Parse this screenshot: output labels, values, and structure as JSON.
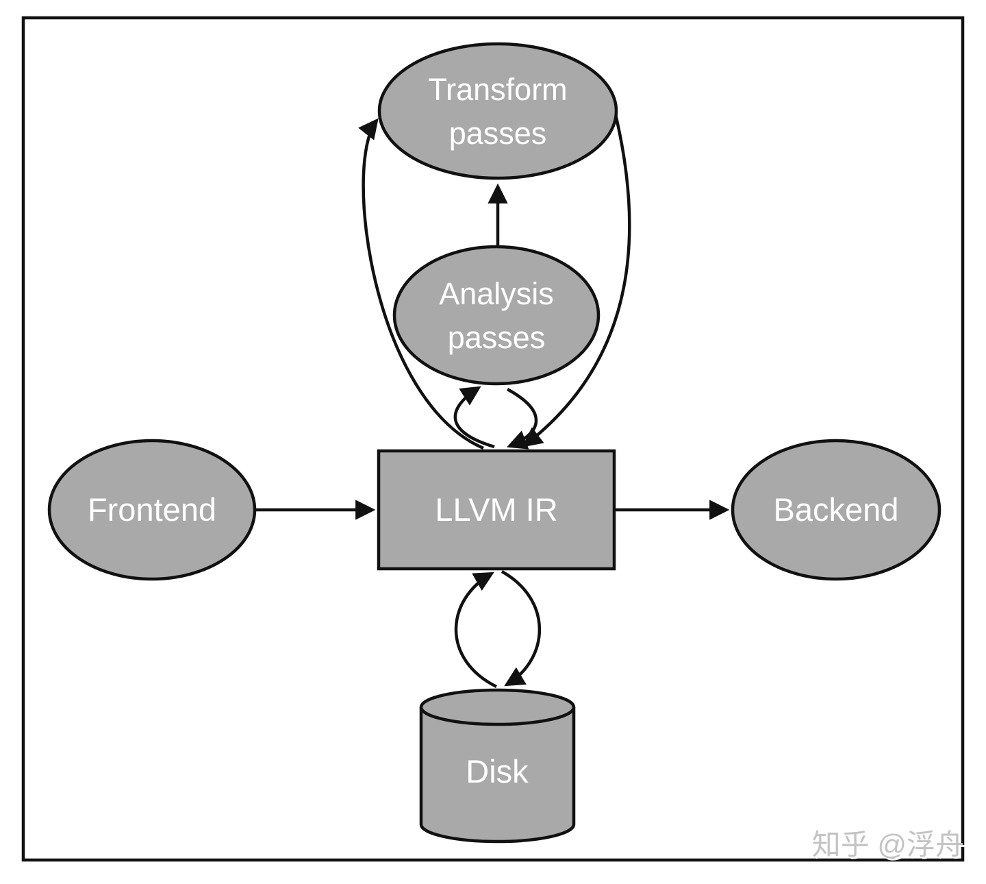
{
  "diagram": {
    "kind": "flow-diagram",
    "topic": "LLVM IR pass pipeline",
    "nodes": {
      "transform": {
        "line1": "Transform",
        "line2": "passes",
        "shape": "ellipse"
      },
      "analysis": {
        "line1": "Analysis",
        "line2": "passes",
        "shape": "ellipse"
      },
      "frontend": {
        "label": "Frontend",
        "shape": "ellipse"
      },
      "llvm_ir": {
        "label": "LLVM IR",
        "shape": "rectangle"
      },
      "backend": {
        "label": "Backend",
        "shape": "ellipse"
      },
      "disk": {
        "label": "Disk",
        "shape": "cylinder"
      }
    },
    "edges": [
      {
        "from": "frontend",
        "to": "llvm_ir",
        "style": "straight-arrow"
      },
      {
        "from": "llvm_ir",
        "to": "backend",
        "style": "straight-arrow"
      },
      {
        "from": "analysis",
        "to": "transform",
        "style": "straight-arrow"
      },
      {
        "from": "llvm_ir",
        "to": "transform",
        "style": "curved-arrow-left"
      },
      {
        "from": "transform",
        "to": "llvm_ir",
        "style": "curved-arrow-right"
      },
      {
        "from": "llvm_ir",
        "to": "analysis",
        "style": "cycle-up"
      },
      {
        "from": "analysis",
        "to": "llvm_ir",
        "style": "cycle-down"
      },
      {
        "from": "disk",
        "to": "llvm_ir",
        "style": "cycle-up"
      },
      {
        "from": "llvm_ir",
        "to": "disk",
        "style": "cycle-down"
      }
    ],
    "colors": {
      "node_fill": "#a9a9a9",
      "stroke": "#111111",
      "label_text": "#ffffff",
      "background": "#ffffff",
      "watermark_gray": "#c3c3c3",
      "watermark_highlight": "#ffffff"
    },
    "watermark": {
      "text": "知乎 @浮舟"
    }
  }
}
